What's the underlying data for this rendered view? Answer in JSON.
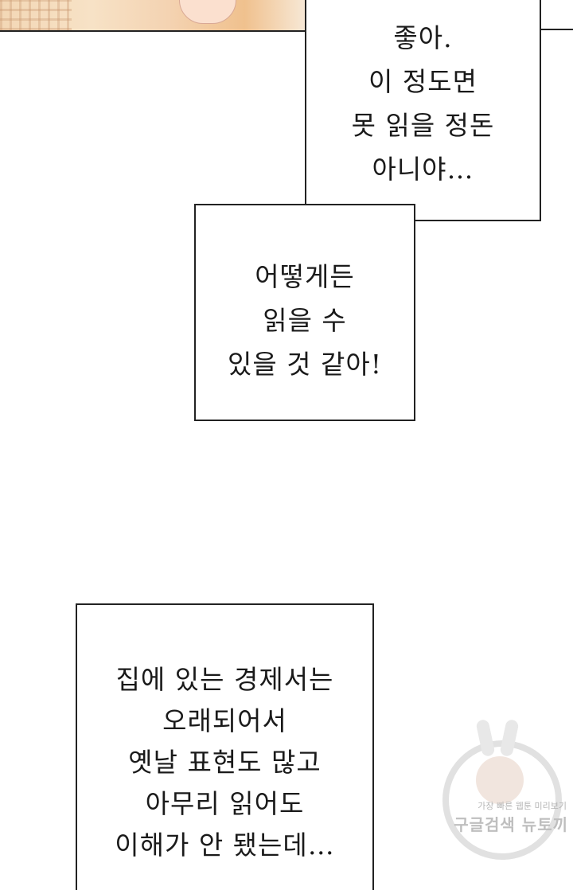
{
  "bubble1": {
    "lines": [
      "좋아.",
      "이 정도면",
      "못 읽을 정돈",
      "아니야…"
    ]
  },
  "bubble2": {
    "lines": [
      "어떻게든",
      "읽을 수",
      "있을 것 같아!"
    ]
  },
  "bubble3": {
    "lines": [
      "집에 있는 경제서는",
      "오래되어서",
      "옛날 표현도 많고",
      "아무리 읽어도",
      "이해가 안 됐는데…"
    ]
  },
  "watermark": {
    "tagline": "가장 빠른 웹툰 미리보기",
    "brand": "구글검색 뉴토끼",
    "icon": "rabbit-mascot-logo"
  }
}
